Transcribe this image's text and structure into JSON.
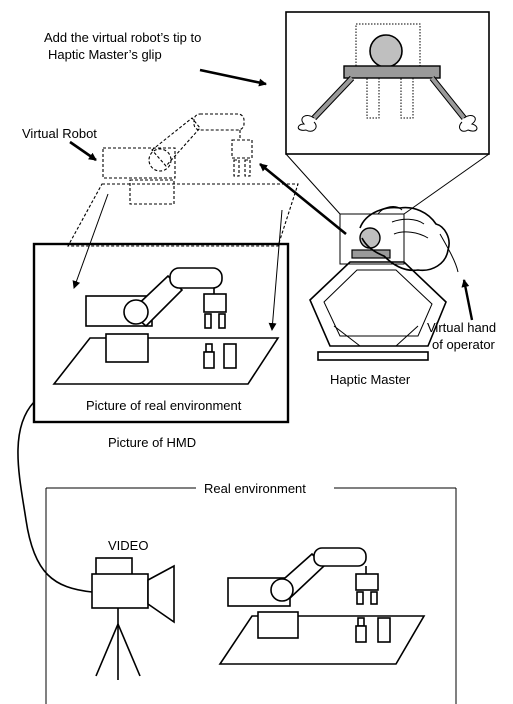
{
  "labels": {
    "caption_line1": "Add the virtual robot’s tip to",
    "caption_line2": "Haptic Master’s glip",
    "virtual_robot": "Virtual Robot",
    "virtual_hand_line1": "Virtual hand",
    "virtual_hand_line2": "of  operator",
    "haptic_master": "Haptic Master",
    "picture_real_env": "Picture of real environment",
    "picture_hmd": "Picture of HMD",
    "real_environment": "Real environment",
    "video": "VIDEO"
  }
}
